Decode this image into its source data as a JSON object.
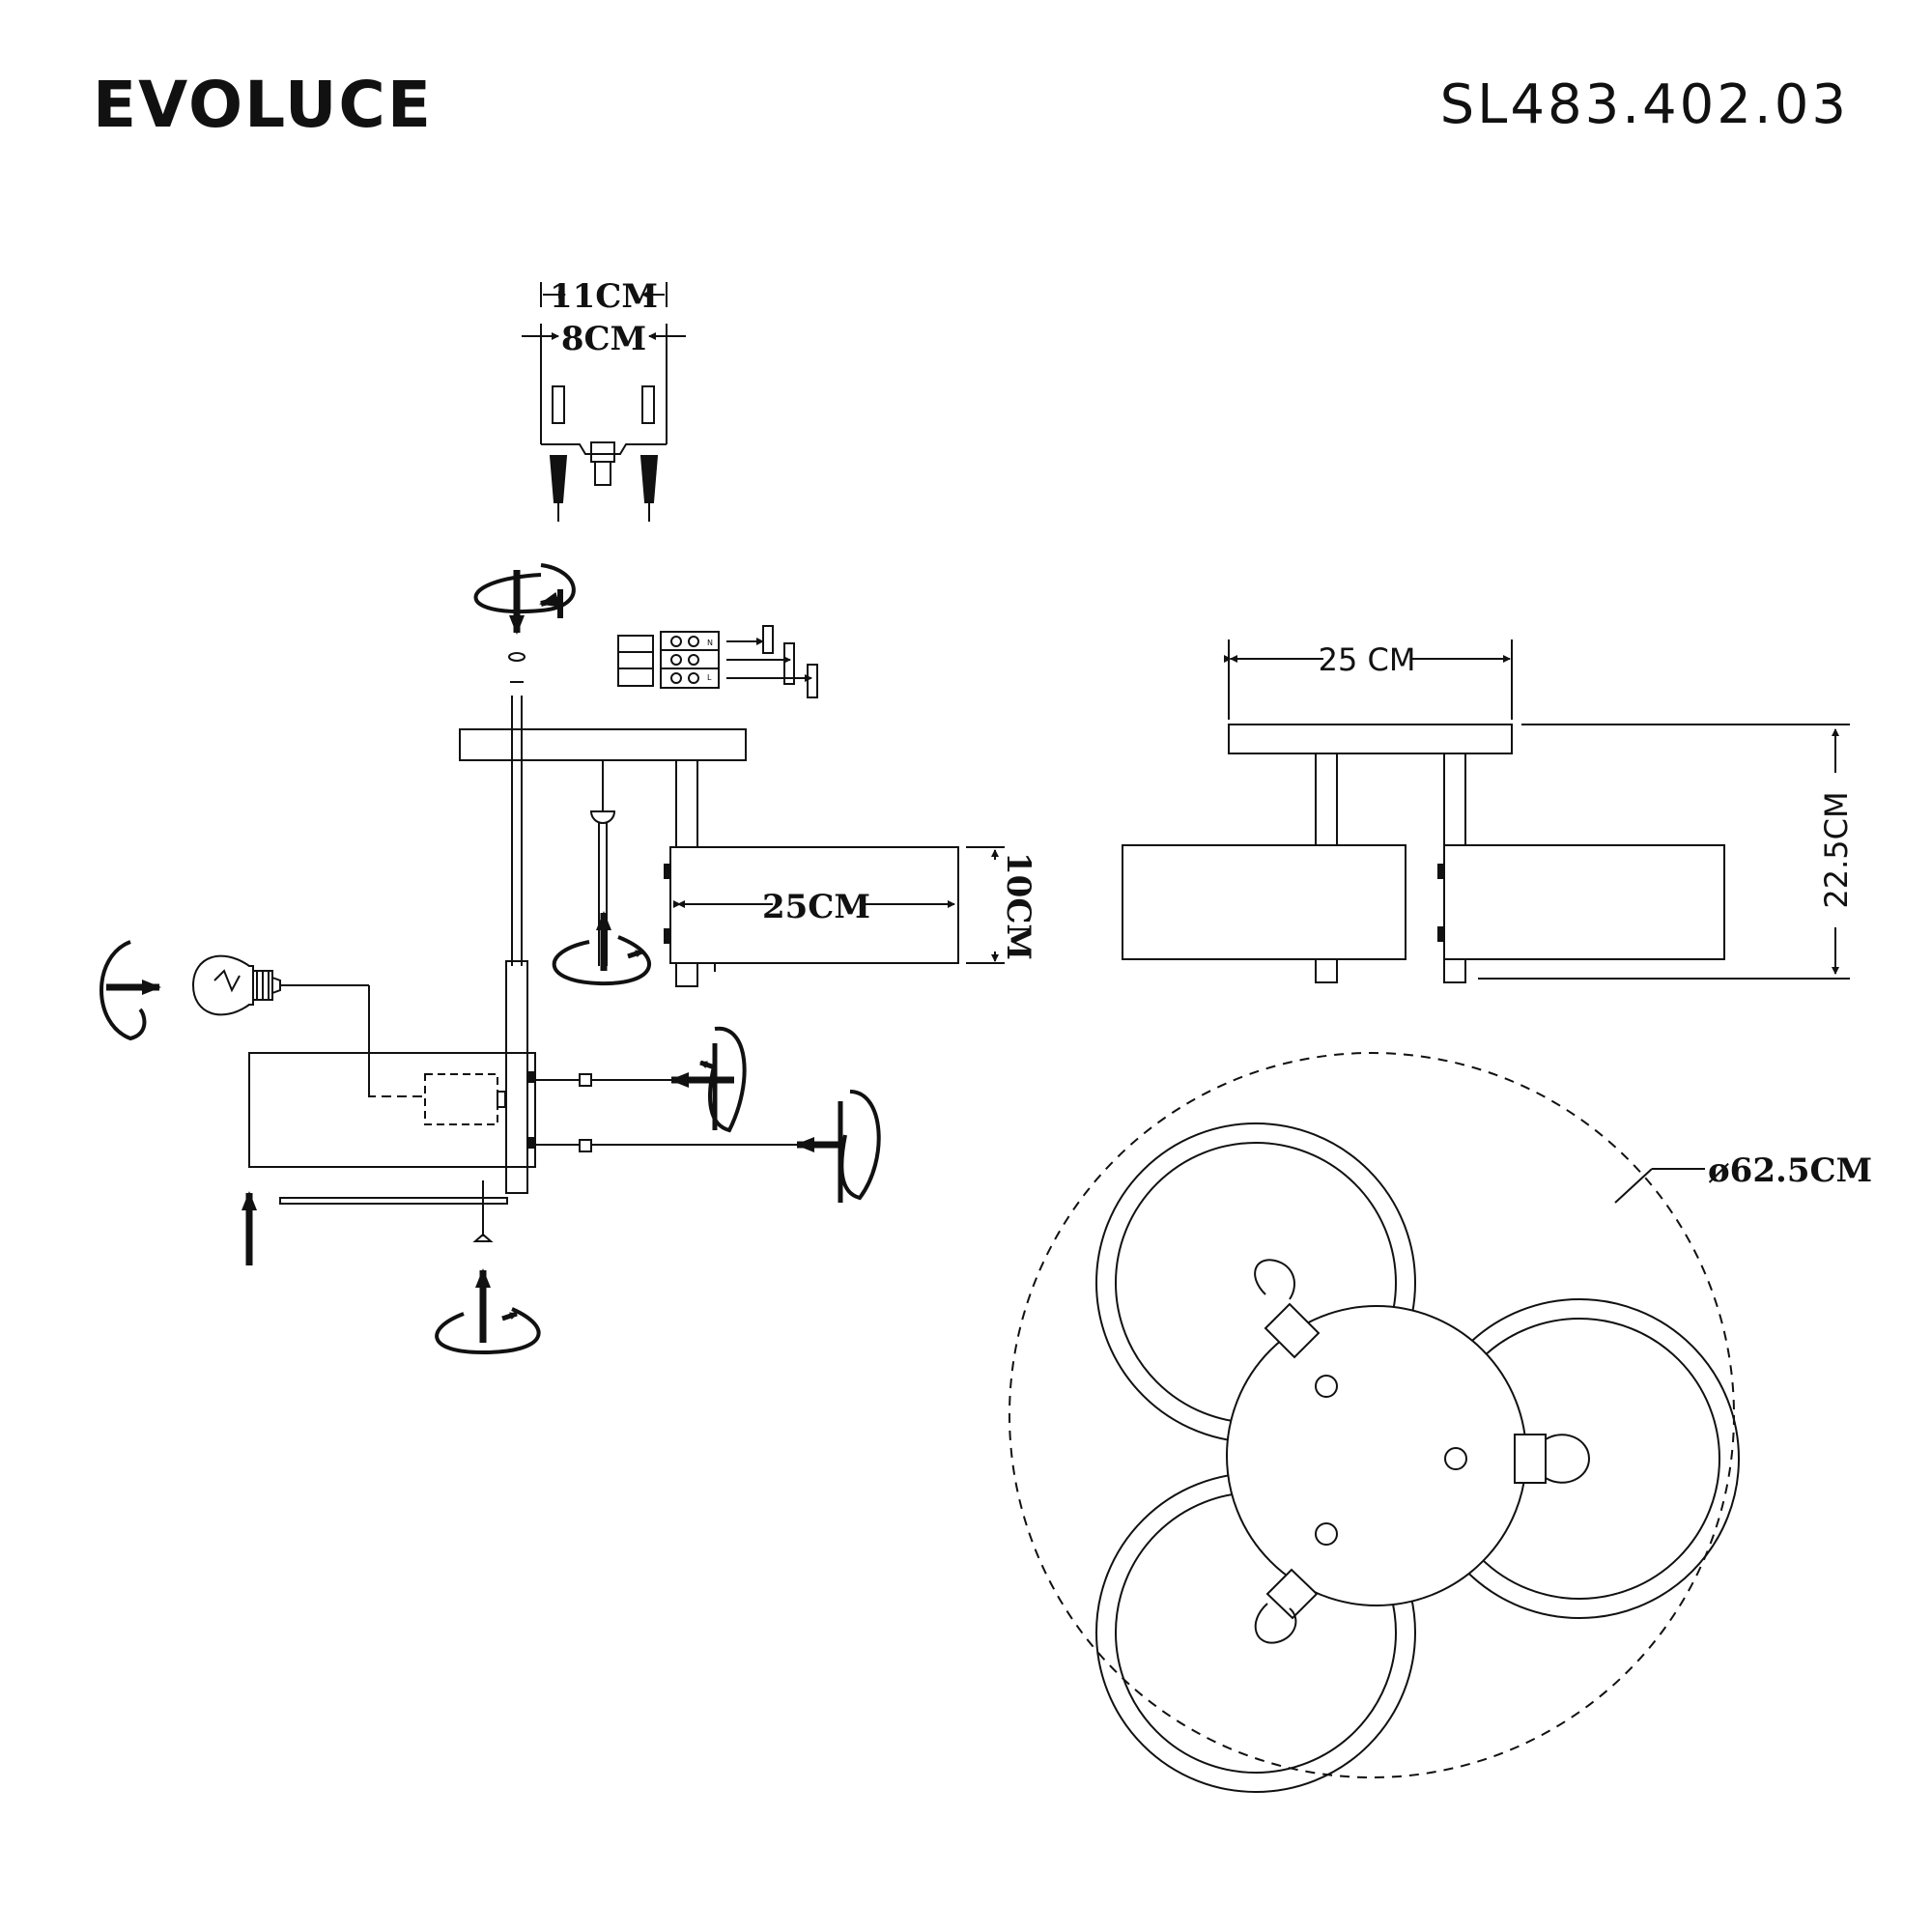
{
  "header": {
    "brand": "EVOLUCE",
    "model": "SL483.402.03"
  },
  "dimensions": {
    "bracket_outer": "11CM",
    "bracket_inner": "8CM",
    "shade_length_left": "25CM",
    "shade_height": "10CM",
    "canopy_width": "25 CM",
    "total_height": "22.5CM",
    "diameter": "ø62.5CM"
  },
  "terminal": {
    "labels": [
      "L",
      "N"
    ]
  },
  "colors": {
    "line": "#111111",
    "background": "#ffffff"
  }
}
